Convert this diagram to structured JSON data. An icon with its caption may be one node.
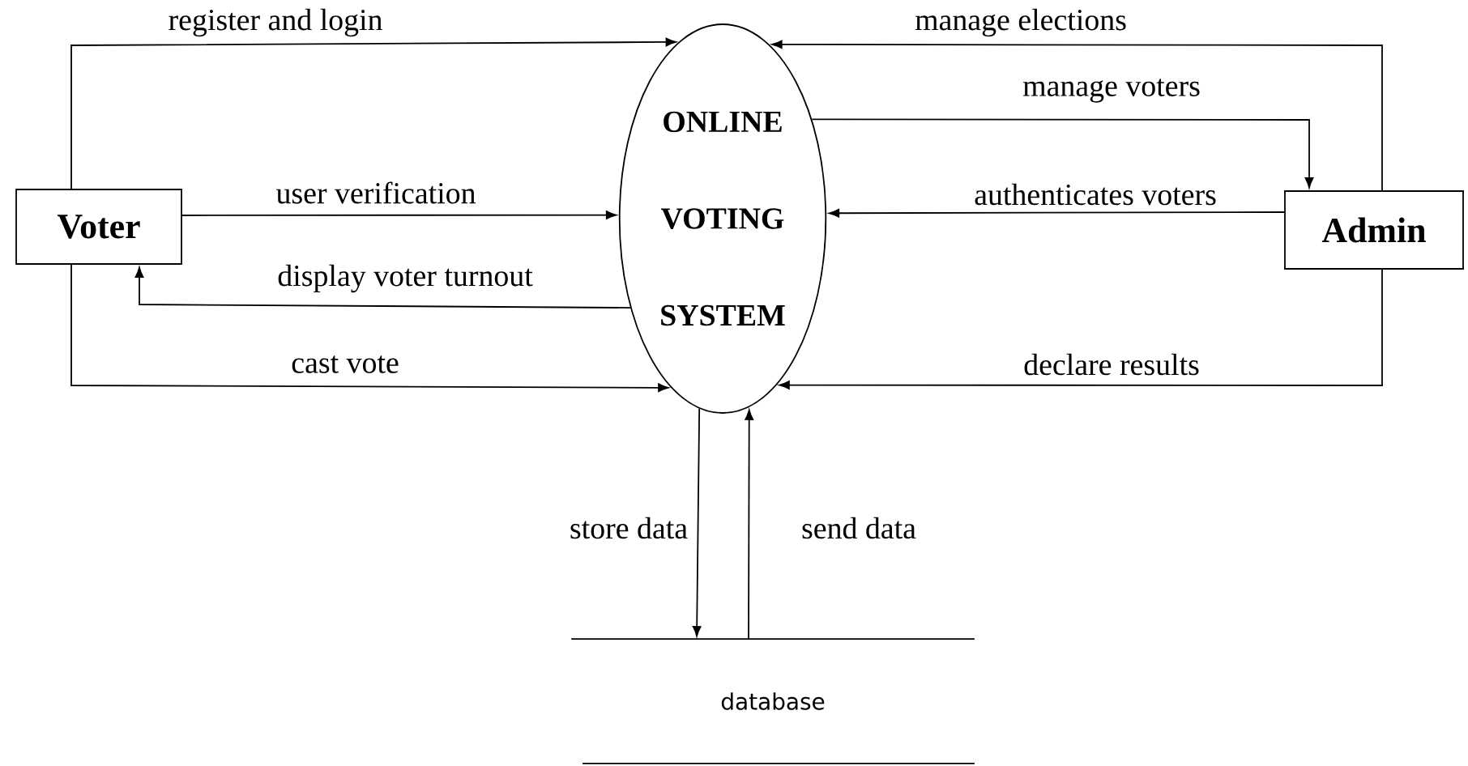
{
  "diagram": {
    "nodes": [
      {
        "text": [
          "Voter"
        ]
      },
      {
        "text": [
          "ONLINE VOTING SYSTEM"
        ]
      },
      {
        "text": [
          "Admin"
        ]
      },
      {
        "text": [
          "database"
        ]
      }
    ],
    "edges": [
      {
        "from": 0,
        "to": 1,
        "arrow": "to",
        "label": "register and login"
      },
      {
        "from": 0,
        "to": 1,
        "arrow": "to",
        "label": "user verification"
      },
      {
        "from": 1,
        "to": 0,
        "arrow": "to",
        "label": "display voter turnout"
      },
      {
        "from": 0,
        "to": 1,
        "arrow": "to",
        "label": "cast vote"
      },
      {
        "from": 2,
        "to": 1,
        "arrow": "to",
        "label": "manage elections"
      },
      {
        "from": 1,
        "to": 2,
        "arrow": "to",
        "label": "manage voters"
      },
      {
        "from": 2,
        "to": 1,
        "arrow": "to",
        "label": "authenticates voters"
      },
      {
        "from": 2,
        "to": 1,
        "arrow": "to",
        "label": "declare results"
      },
      {
        "from": 1,
        "to": 3,
        "arrow": "to",
        "label": "store data"
      },
      {
        "from": 3,
        "to": 1,
        "arrow": "to",
        "label": "send data"
      }
    ]
  }
}
